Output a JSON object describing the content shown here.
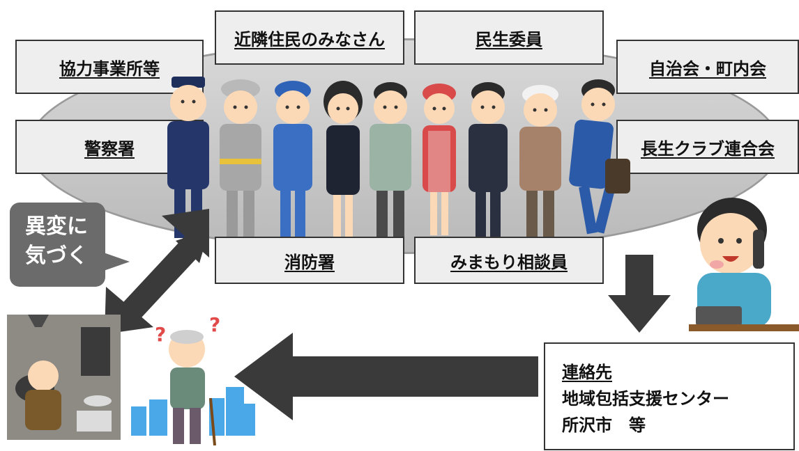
{
  "groups": {
    "kyoryoku": "協力事業所等",
    "kinrin": "近隣住民のみなさん",
    "minsei": "民生委員",
    "jichikai": "自治会・町内会",
    "keisatsu": "警察署",
    "chousei": "長生クラブ連合会",
    "shoubou": "消防署",
    "mimamori": "みまもり相談員"
  },
  "callout": {
    "line1": "異変に",
    "line2": "気づく"
  },
  "contact": {
    "heading": "連絡先",
    "line1": "地域包括支援センター",
    "line2": "所沢市　等"
  },
  "colors": {
    "ellipse": "#c8c8c8",
    "box_bg": "#eeeeee",
    "arrow": "#3a3a3a",
    "callout_bg": "#6b6b6b"
  },
  "icons": [
    "group-of-helpers-illustration",
    "person-on-phone-illustration",
    "elderly-person-at-home-illustration",
    "confused-elderly-person-illustration"
  ]
}
